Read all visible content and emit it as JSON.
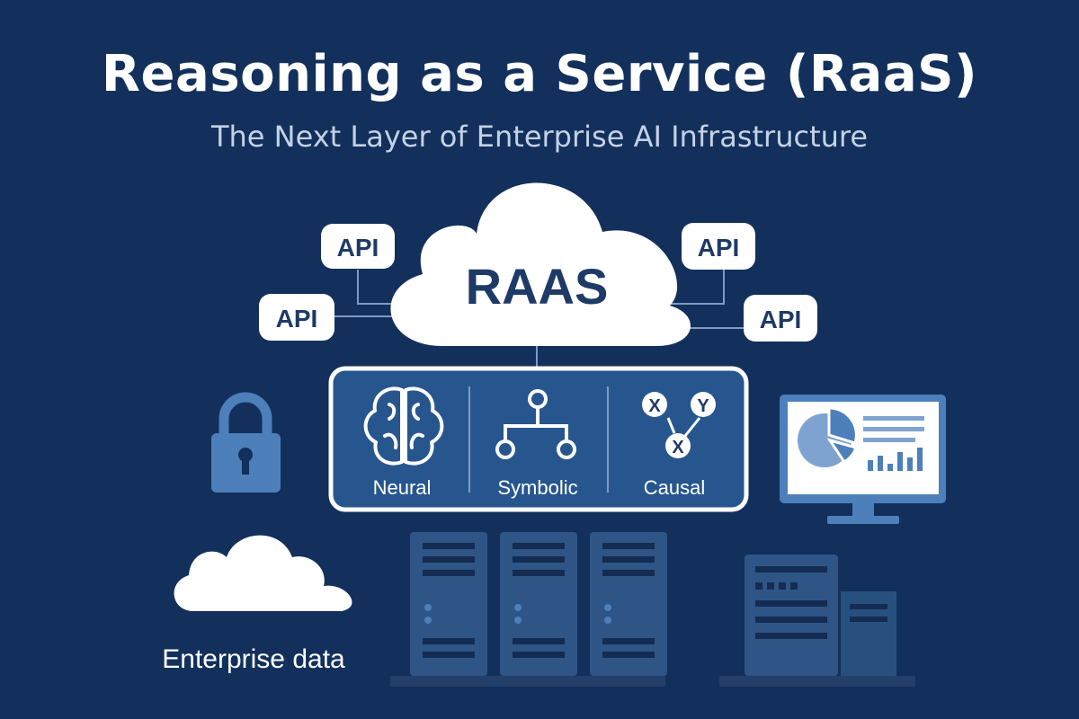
{
  "title": "Reasoning as a Service (RaaS)",
  "subtitle": "The Next Layer of Enterprise AI Infrastructure",
  "cloud_label": "RAAS",
  "api_labels": [
    "API",
    "API",
    "API",
    "API"
  ],
  "modules": [
    {
      "label": "Neural",
      "icon": "brain-icon"
    },
    {
      "label": "Symbolic",
      "icon": "tree-icon"
    },
    {
      "label": "Causal",
      "icon": "causal-graph-icon"
    }
  ],
  "causal_nodes": [
    "X",
    "Y",
    "X"
  ],
  "enterprise_label": "Enterprise data",
  "colors": {
    "background": "#12305b",
    "panel": "#27568f",
    "accent": "#4d7fba",
    "white": "#ffffff",
    "text_dark": "#1e3a66"
  }
}
